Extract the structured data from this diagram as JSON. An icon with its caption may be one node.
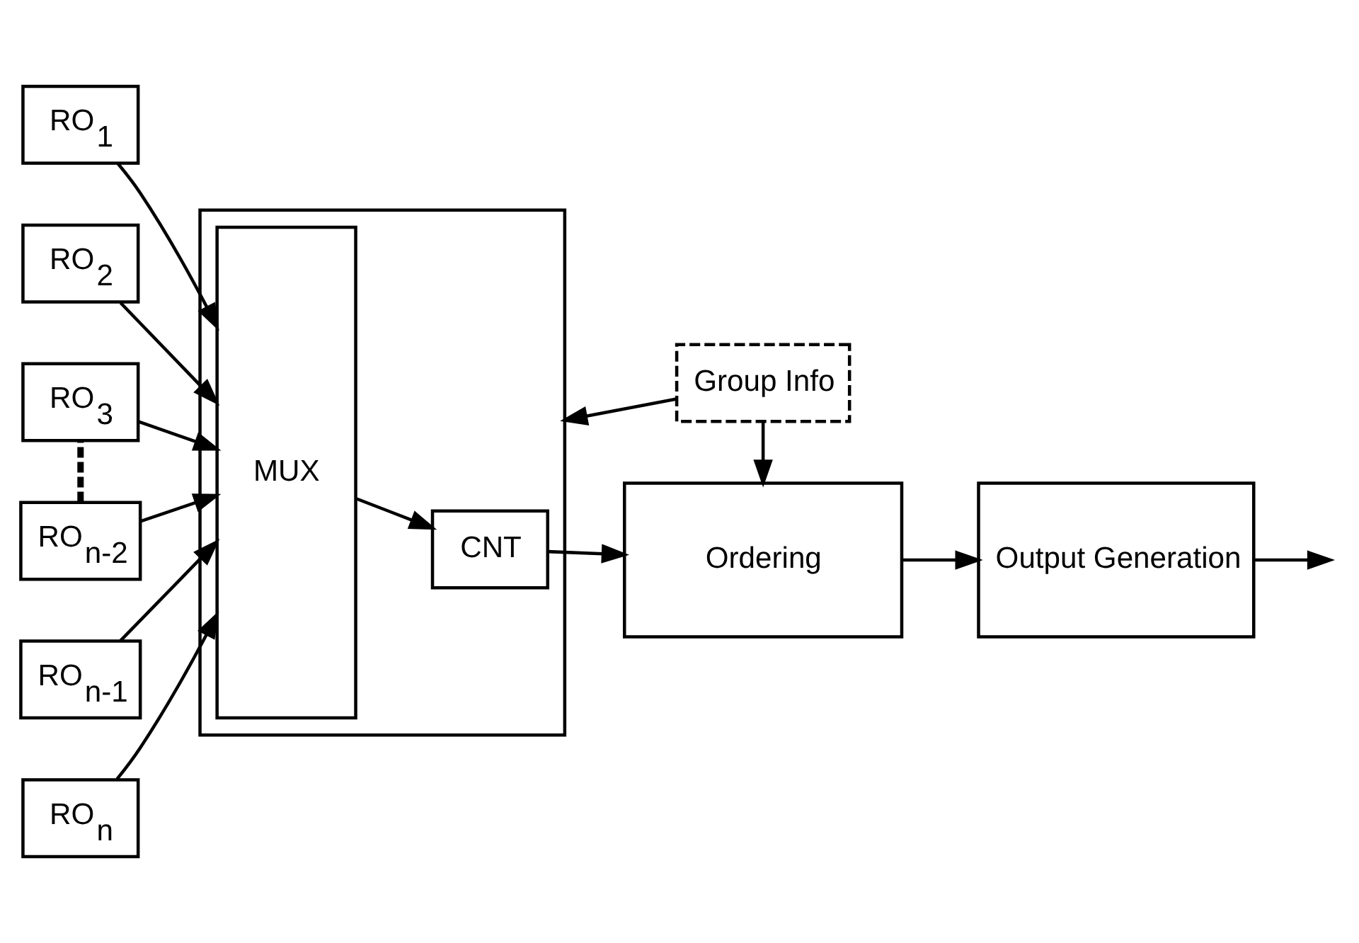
{
  "diagram": {
    "nodes": [
      {
        "text": [
          "RO$_{1}$"
        ]
      },
      {
        "text": [
          "RO$_{2}$"
        ]
      },
      {
        "text": [
          "RO$_{3}$"
        ]
      },
      {
        "text": [
          "RO$_{n-2}$"
        ]
      },
      {
        "text": [
          "RO$_{n-1}$"
        ]
      },
      {
        "text": [
          "RO$_{n}$"
        ]
      },
      {
        "text": [],
        "shape": "box"
      },
      {
        "text": [
          "MUX"
        ],
        "in": 6
      },
      {
        "text": [
          "CNT"
        ],
        "in": 6
      },
      {
        "text": [
          "Group Info"
        ]
      },
      {
        "text": [
          "Ordering"
        ]
      },
      {
        "text": [
          "Output Generation"
        ]
      }
    ],
    "edges": [
      {
        "from": 0,
        "to": 7,
        "arrow": "to"
      },
      {
        "from": 1,
        "to": 7,
        "arrow": "to"
      },
      {
        "from": 2,
        "to": 7,
        "arrow": "to"
      },
      {
        "from": 2,
        "to": 3,
        "arrow": "none",
        "style": "dashed"
      },
      {
        "from": 3,
        "to": 7,
        "arrow": "to"
      },
      {
        "from": 4,
        "to": 7,
        "arrow": "to"
      },
      {
        "from": 5,
        "to": 7,
        "arrow": "to"
      },
      {
        "from": 7,
        "to": 8,
        "arrow": "to"
      },
      {
        "from": 9,
        "to": 6,
        "arrow": "to"
      },
      {
        "from": 9,
        "to": 10,
        "arrow": "to"
      },
      {
        "from": 8,
        "to": 10,
        "arrow": "to"
      },
      {
        "from": 10,
        "to": 11,
        "arrow": "to"
      },
      {
        "from": 11,
        "to": null,
        "arrow": "to"
      }
    ]
  }
}
